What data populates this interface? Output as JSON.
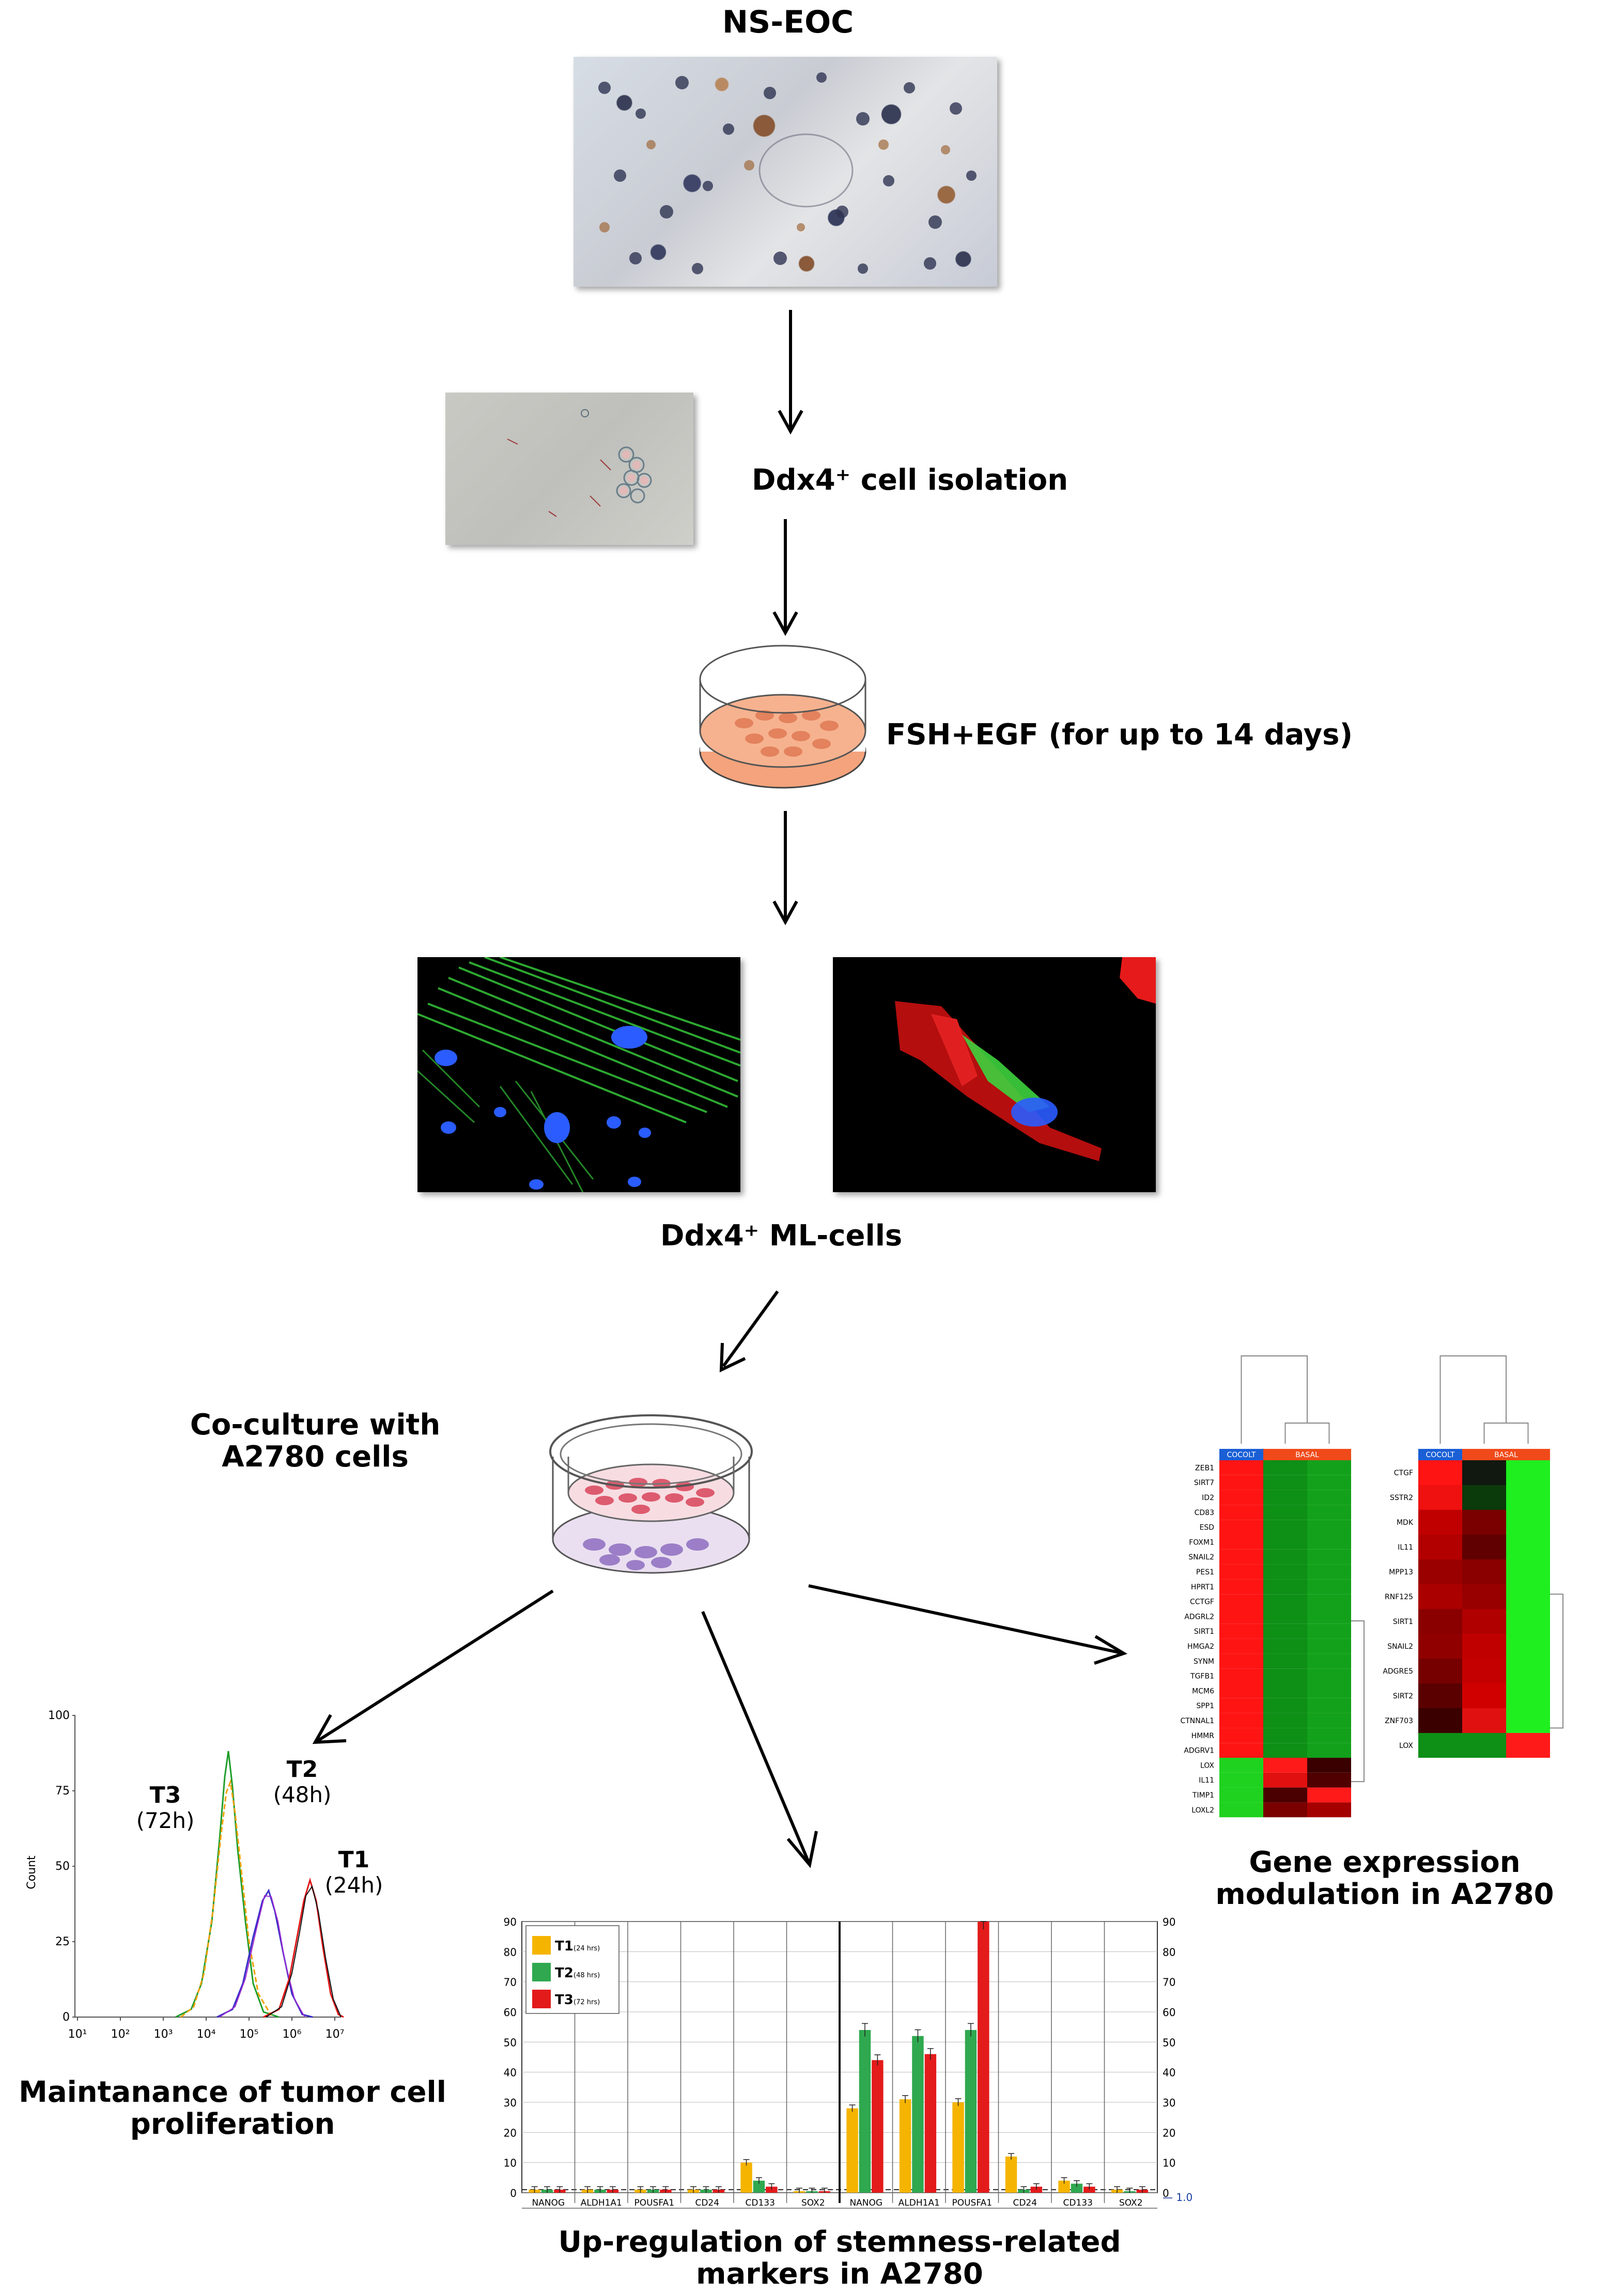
{
  "title": "NS-EOC",
  "steps": {
    "isolation": "Ddx4⁺ cell isolation",
    "culture": "FSH+EGF (for up to 14 days)",
    "ml_cells": "Ddx4⁺ ML-cells",
    "coculture_line1": "Co-culture with",
    "coculture_line2": "A2780 cells"
  },
  "outcomes": {
    "proliferation_line1": "Maintanance of tumor cell",
    "proliferation_line2": "proliferation",
    "stemness_line1": "Up-regulation of stemness-related",
    "stemness_line2": "markers in A2780",
    "gene_line1": "Gene expression",
    "gene_line2": "modulation in A2780"
  },
  "colors": {
    "t1": "#f5b400",
    "t2": "#2fa84f",
    "t3": "#e31b1b",
    "heat_red": "#ff1a1a",
    "heat_green": "#1fcc1f",
    "cocult_header": "#1a5fd6",
    "basal_header": "#f04a1a"
  },
  "histogram": {
    "ylabel": "Count",
    "yticks": [
      "0",
      "25",
      "50",
      "75",
      "100"
    ],
    "xticks": [
      "10¹",
      "10²",
      "10³",
      "10⁴",
      "10⁵",
      "10⁶",
      "10⁷"
    ],
    "t3": "T3",
    "t3_time": "(72h)",
    "t2": "T2",
    "t2_time": "(48h)",
    "t1": "T1",
    "t1_time": "(24h)"
  },
  "chart_data": {
    "type": "bar",
    "title": "Up-regulation of stemness-related markers in A2780",
    "categories": [
      "NANOG",
      "ALDH1A1",
      "POUSFA1",
      "CD24",
      "CD133",
      "SOX2",
      "NANOG",
      "ALDH1A1",
      "POUSFA1",
      "CD24",
      "CD133",
      "SOX2"
    ],
    "series": [
      {
        "name": "T1(24 hrs)",
        "values": [
          1,
          1,
          1,
          1,
          10,
          0.5,
          28,
          31,
          30,
          12,
          4,
          1
        ]
      },
      {
        "name": "T2(48 hrs)",
        "values": [
          1,
          1,
          1,
          1,
          4,
          0.5,
          54,
          52,
          54,
          1,
          3,
          0.5
        ]
      },
      {
        "name": "T3(72 hrs)",
        "values": [
          1,
          1,
          1,
          1,
          2,
          0.5,
          44,
          46,
          91,
          2,
          2,
          1
        ]
      }
    ],
    "ylim": [
      0,
      90
    ],
    "yticks": [
      "0",
      "10",
      "20",
      "30",
      "40",
      "50",
      "60",
      "70",
      "80",
      "90"
    ],
    "baseline_label": "1.0",
    "legend": [
      {
        "main": "T1",
        "sub": "(24 hrs)"
      },
      {
        "main": "T2",
        "sub": "(48 hrs)"
      },
      {
        "main": "T3",
        "sub": "(72 hrs)"
      }
    ],
    "legend_position": "top-left"
  },
  "heatmap_left": {
    "header_cocult": "COCOLT",
    "header_basal": "BASAL",
    "genes": [
      "ZEB1",
      "SIRT7",
      "ID2",
      "CD83",
      "ESD",
      "FOXM1",
      "SNAIL2",
      "PES1",
      "HPRT1",
      "CCTGF",
      "ADGRL2",
      "SIRT1",
      "HMGA2",
      "SYNM",
      "TGFB1",
      "MCM6",
      "SPP1",
      "CTNNAL1",
      "HMMR",
      "ADGRV1",
      "LOX",
      "IL11",
      "TIMP1",
      "LOXL2"
    ]
  },
  "heatmap_right": {
    "header_cocult": "COCOLT",
    "header_basal": "BASAL",
    "genes": [
      "CTGF",
      "SSTR2",
      "MDK",
      "IL11",
      "MPP13",
      "RNF125",
      "SIRT1",
      "SNAIL2",
      "ADGRE5",
      "SIRT2",
      "ZNF703",
      "LOX"
    ]
  }
}
